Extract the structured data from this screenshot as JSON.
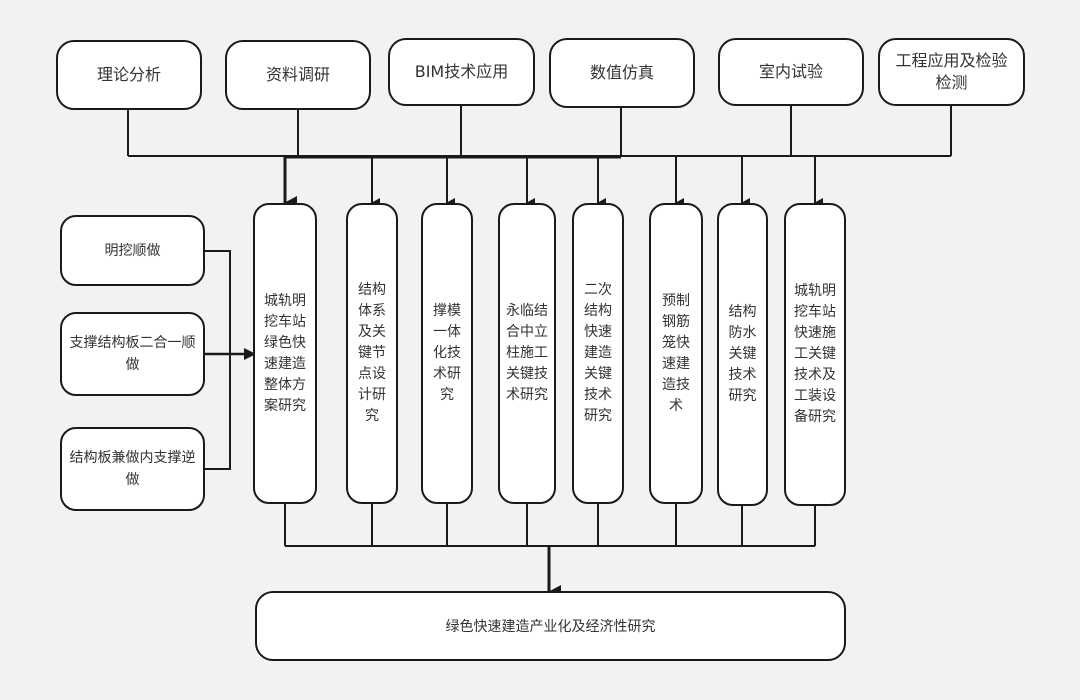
{
  "top_methods": [
    {
      "label": "理论分析"
    },
    {
      "label": "资料调研"
    },
    {
      "label": "BIM技术应用"
    },
    {
      "label": "数值仿真"
    },
    {
      "label": "室内试验"
    },
    {
      "label": "工程应用及检验检测"
    }
  ],
  "construction_methods": [
    {
      "label": "明挖顺做"
    },
    {
      "label": "支撑结构板二合一顺做"
    },
    {
      "label": "结构板兼做内支撑逆做"
    }
  ],
  "research_topics": [
    {
      "label": "城轨明挖车站绿色快速建造整体方案研究"
    },
    {
      "label": "结构体系及关键节点设计研究"
    },
    {
      "label": "撑模一体化技术研究"
    },
    {
      "label": "永临结合中立柱施工关键技术研究"
    },
    {
      "label": "二次结构快速建造关键技术研究"
    },
    {
      "label": "预制钢筋笼快速建造技术"
    },
    {
      "label": "结构防水关键技术研究"
    },
    {
      "label": "城轨明挖车站快速施工关键技术及工装设备研究"
    }
  ],
  "outcome": {
    "label": "绿色快速建造产业化及经济性研究"
  }
}
